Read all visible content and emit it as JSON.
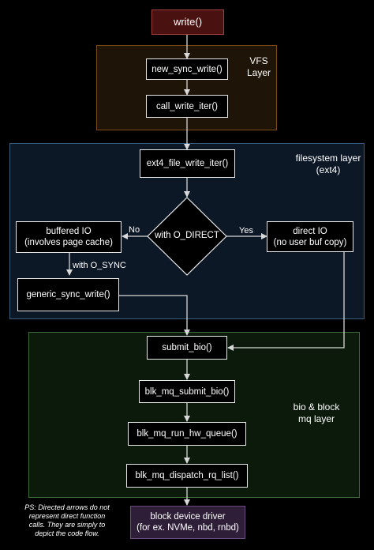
{
  "colors": {
    "background": "#000000",
    "vfs_fill": "#1f1408",
    "vfs_border": "#7a4a17",
    "fs_fill": "#0d1826",
    "fs_border": "#3c5c7c",
    "bio_fill": "#0c1a0c",
    "bio_border": "#3e6a3a",
    "write_fill": "#4a1111",
    "write_border": "#a04040",
    "driver_fill": "#2e1e38",
    "driver_border": "#6a4a80",
    "box_border": "#e8e8e8",
    "arrow": "#d8d8d8"
  },
  "nodes": {
    "write": "write()",
    "new_sync_write": "new_sync_write()",
    "call_write_iter": "call_write_iter()",
    "ext4_file_write_iter": "ext4_file_write_iter()",
    "decision": "with O_DIRECT",
    "buffered_io": "buffered IO\n(involves page cache)",
    "direct_io": "direct IO\n(no user buf copy)",
    "generic_sync_write": "generic_sync_write()",
    "submit_bio": "submit_bio()",
    "blk_mq_submit_bio": "blk_mq_submit_bio()",
    "blk_mq_run_hw_queue": "blk_mq_run_hw_queue()",
    "blk_mq_dispatch_rq_list": "blk_mq_dispatch_rq_list()",
    "block_device_driver": "block device driver\n(for ex. NVMe, nbd, rnbd)"
  },
  "layers": {
    "vfs": "VFS\nLayer",
    "filesystem": "filesystem layer\n(ext4)",
    "bio_block": "bio & block\nmq layer"
  },
  "edge_labels": {
    "no": "No",
    "yes": "Yes",
    "with_o_sync": "with O_SYNC"
  },
  "note": "PS: Directed arrows do not\nrepresent direct function\ncalls. They are simply to\ndepict the code flow."
}
